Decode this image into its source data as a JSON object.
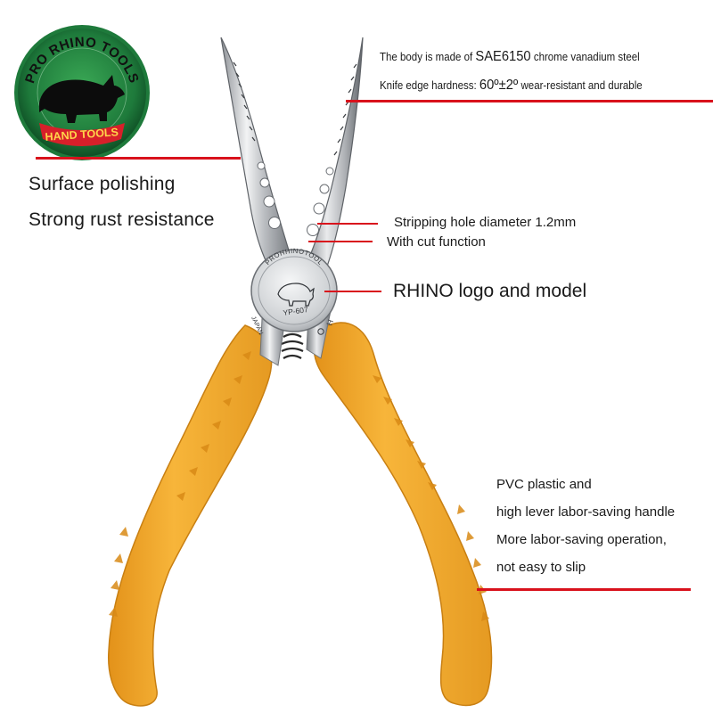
{
  "logo": {
    "top_text": "PRO RHINO TOOLS",
    "bottom_text": "HAND TOOLS",
    "icon": "rhino-icon",
    "colors": {
      "ring": "#2f9a48",
      "center": "#1a5e32",
      "banner": "#d7202a"
    }
  },
  "specs": {
    "line1_prefix": "The body is made of",
    "line1_highlight": "SAE6150",
    "line1_suffix": "chrome vanadium steel",
    "line2_prefix": "Knife edge hardness:",
    "line2_highlight": "60º±2º",
    "line2_suffix": "wear-resistant and durable"
  },
  "features": {
    "surface": "Surface polishing",
    "rust": "Strong rust resistance",
    "stripping": "Stripping hole diameter 1.2mm",
    "cut": "With cut function",
    "logo_model": "RHINO logo and model",
    "handle_1": "PVC plastic and",
    "handle_2": "high lever labor-saving handle",
    "handle_3": "More labor-saving operation,",
    "handle_4": "not easy to slip"
  },
  "pliers": {
    "stamp_top": "PROHHINOTOOL",
    "stamp_model": "YP-607",
    "stamp_left": "JAPAN",
    "stamp_right": "H",
    "handle_color": "#f2a92a",
    "steel_color": "#c9ccd0"
  },
  "accent_color": "#d9121c"
}
